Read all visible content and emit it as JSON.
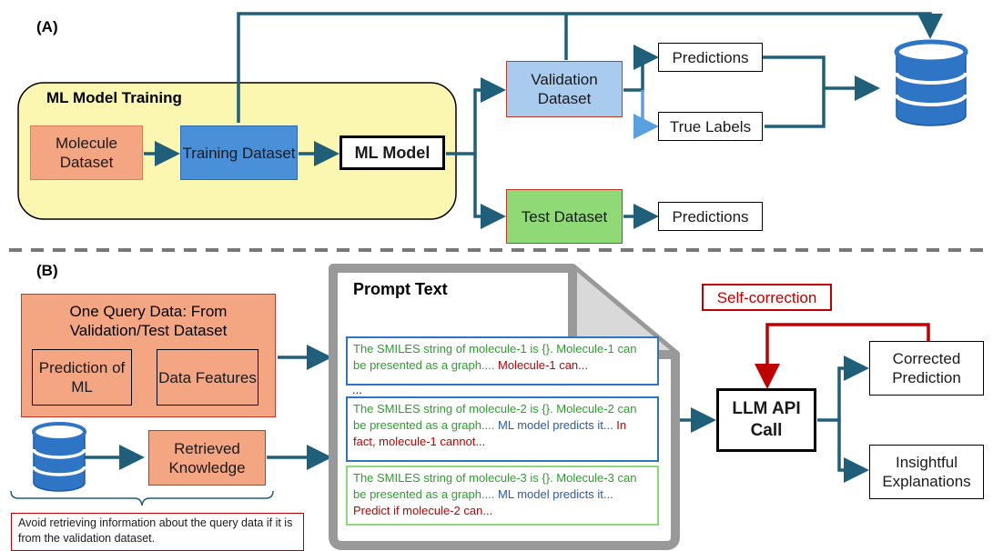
{
  "panel_a": {
    "label": "(A)",
    "training_title": "ML Model Training",
    "molecule_dataset": "Molecule Dataset",
    "training_dataset": "Training Dataset",
    "ml_model": "ML Model",
    "validation_dataset": "Validation Dataset",
    "test_dataset": "Test Dataset",
    "predictions_val": "Predictions",
    "true_labels": "True Labels",
    "predictions_test": "Predictions",
    "database_icon": "database-icon"
  },
  "panel_b": {
    "label": "(B)",
    "query_title": "One Query Data: From Validation/Test Dataset",
    "prediction_of_ml": "Prediction of ML",
    "data_features": "Data Features",
    "retrieved_knowledge": "Retrieved Knowledge",
    "note": "Avoid retrieving information about the query data if it is from the validation dataset.",
    "prompt_title": "Prompt Text",
    "snippet1": {
      "green": "The SMILES string of molecule-1 is {}. Molecule-1 can be presented as a graph....",
      "red": " Molecule-1 can..."
    },
    "ellipsis1": "...",
    "snippet2": {
      "green": "The SMILES string of molecule-2 is {}. Molecule-2 can be presented as a graph....",
      "blue": " ML model predicts it...",
      "red": " In fact, molecule-1 cannot..."
    },
    "ellipsis2": "...",
    "snippet3": {
      "green": "The SMILES string of molecule-3 is {}. Molecule-3 can be presented as a graph....",
      "blue": " ML model predicts it...",
      "red": " Predict if molecule-2 can..."
    },
    "llm_call": "LLM API Call",
    "self_correction": "Self-correction",
    "corrected_prediction": "Corrected Prediction",
    "insightful_explanations": "Insightful Explanations",
    "database_icon": "database-icon"
  },
  "colors": {
    "arrow": "#1f5f7a",
    "light_arrow": "#5aa0e0",
    "red": "#c00000",
    "training_bg": "#fbf6b0"
  }
}
